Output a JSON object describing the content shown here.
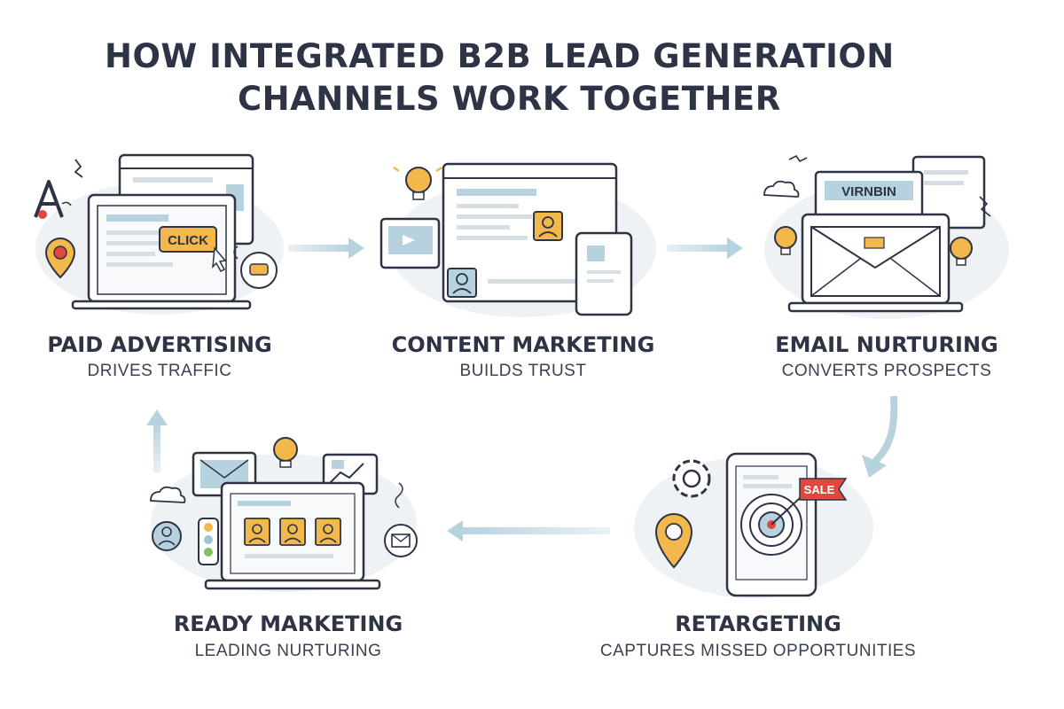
{
  "title": {
    "line1": "HOW INTEGRATED B2B LEAD GENERATION",
    "line2": "CHANNELS WORK TOGETHER"
  },
  "stages": {
    "paid": {
      "label": "PAID ADVERTISING",
      "sub": "DRIVES TRAFFIC",
      "badge": "CLICK"
    },
    "content": {
      "label": "CONTENT MARKETING",
      "sub": "BUILDS TRUST"
    },
    "email": {
      "label": "EMAIL NURTURING",
      "sub": "CONVERTS PROSPECTS",
      "badge": "VIRNBIN"
    },
    "retargeting": {
      "label": "RETARGETING",
      "sub": "CAPTURES MISSED OPPORTUNITIES",
      "badge": "SALE"
    },
    "ready": {
      "label": "READY MARKETING",
      "sub": "LEADING NURTURING"
    }
  },
  "colors": {
    "ink": "#2e3445",
    "accent_orange": "#f2b84b",
    "accent_blue": "#9fc3d6",
    "accent_red": "#e2473f",
    "arrow": "#b7d2df"
  }
}
